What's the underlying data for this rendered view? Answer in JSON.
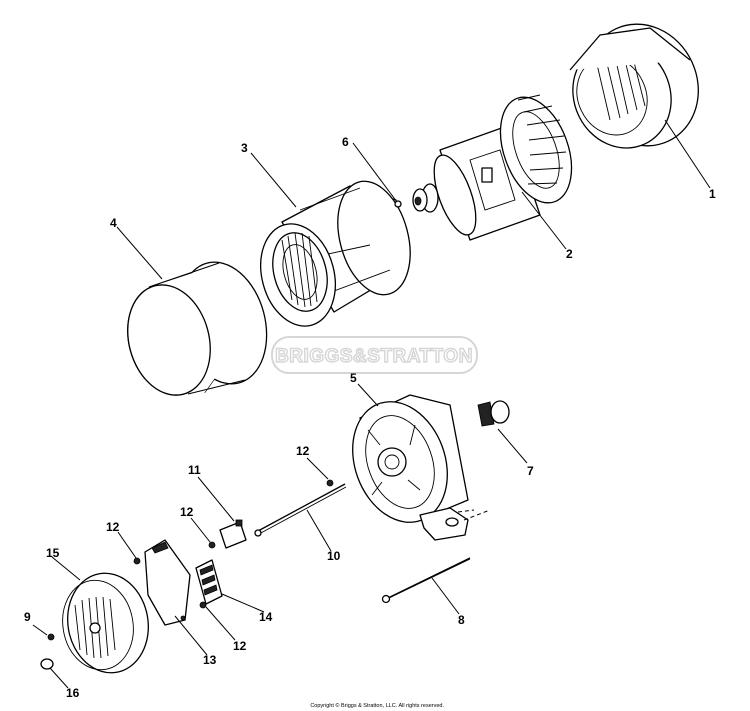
{
  "diagram": {
    "watermark": "BRIGGS&STRATTON",
    "copyright": "Copyright © Briggs & Stratton, LLC. All rights reserved.",
    "callouts": {
      "c1": "1",
      "c2": "2",
      "c3": "3",
      "c4": "4",
      "c5": "5",
      "c6": "6",
      "c7": "7",
      "c8": "8",
      "c9": "9",
      "c10": "10",
      "c11": "11",
      "c12a": "12",
      "c12b": "12",
      "c12c": "12",
      "c12d": "12",
      "c13": "13",
      "c14": "14",
      "c15": "15",
      "c16": "16"
    }
  }
}
